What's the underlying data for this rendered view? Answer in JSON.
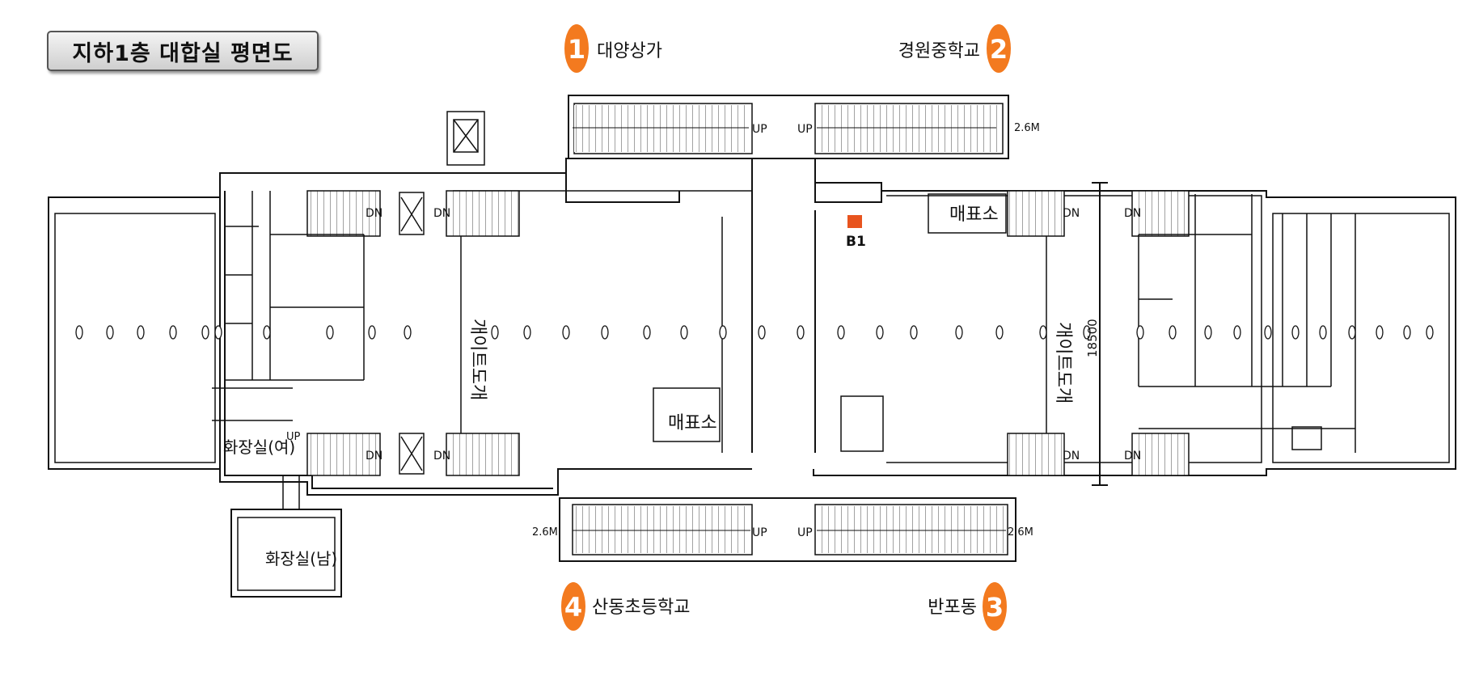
{
  "title": "지하1층 대합실 평면도",
  "colors": {
    "exit_badge": "#f37a1f",
    "b1_marker": "#e8541e",
    "line": "#111111"
  },
  "exits": [
    {
      "number": "1",
      "label": "대양상가"
    },
    {
      "number": "2",
      "label": "경원중학교"
    },
    {
      "number": "3",
      "label": "반포동"
    },
    {
      "number": "4",
      "label": "산동초등학교"
    }
  ],
  "labels": {
    "ticket_office": "매표소",
    "gate": "개이트도개",
    "restroom_female": "화장실(여)",
    "restroom_male": "화장실(남)",
    "b1": "B1",
    "dimension": "18500",
    "height": "2.6M",
    "up": "UP",
    "down": "DN"
  }
}
